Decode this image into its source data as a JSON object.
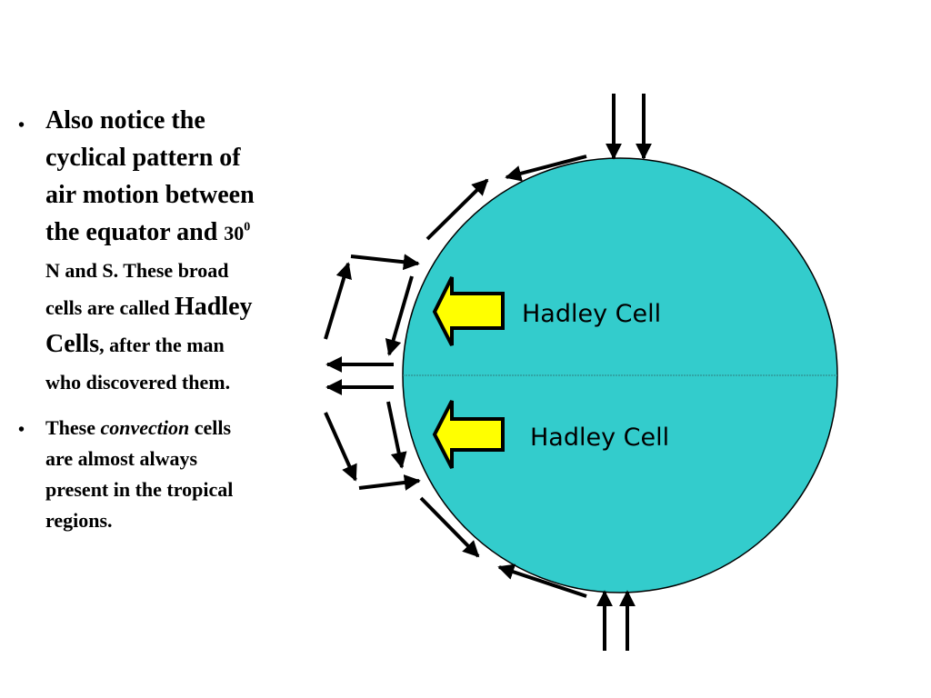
{
  "bullets": {
    "first": {
      "p1": "Also notice the cyclical pattern of air motion between the equator and ",
      "p2": "30",
      "sup": "0",
      "p3": " N and S. These broad cells are called ",
      "p4": "Hadley Cells",
      "p5": ", after the man who discovered them."
    },
    "second": {
      "p1": "These ",
      "p2": "convection",
      "p3": " cells are almost always present in the tropical regions."
    }
  },
  "diagram": {
    "upper_cell_label": "Hadley Cell",
    "lower_cell_label": "Hadley Cell"
  },
  "colors": {
    "globe": "#33CCCC",
    "big_arrow": "#FFFF00",
    "outline": "#000000",
    "equator": "#2E7F7F"
  }
}
